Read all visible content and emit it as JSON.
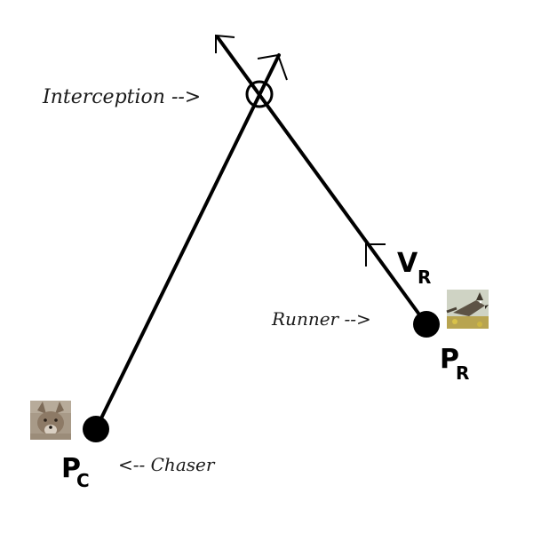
{
  "labels": {
    "interception": "Interception -->",
    "runner": "Runner -->",
    "chaser": "<-- Chaser",
    "v_main": "V",
    "v_sub": "R",
    "pr_main": "P",
    "pr_sub": "R",
    "pc_main": "P",
    "pc_sub": "C"
  },
  "icons": {
    "coyote": "coyote-photo",
    "roadrunner": "roadrunner-photo"
  },
  "colors": {
    "line": "#000000",
    "point": "#000000"
  }
}
